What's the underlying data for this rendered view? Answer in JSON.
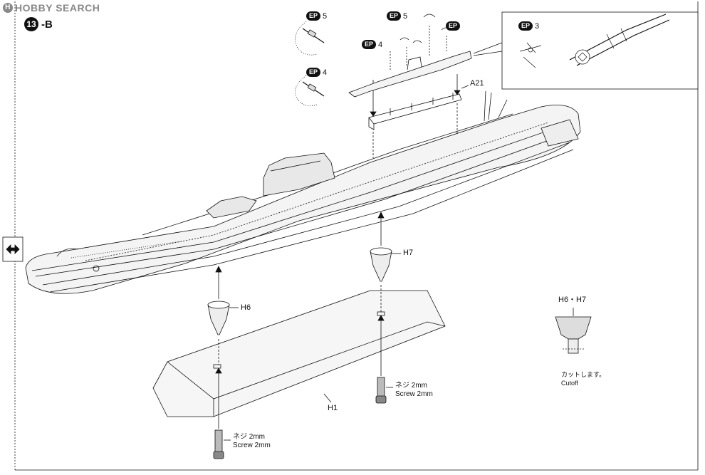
{
  "watermark": {
    "badge": "H",
    "text": "HOBBY SEARCH"
  },
  "step": {
    "number": "13",
    "suffix": "-B"
  },
  "parts": {
    "a21": "A21",
    "h1": "H1",
    "h6": "H6",
    "h7": "H7",
    "h6_h7": "H6・H7"
  },
  "etched_parts": {
    "badge": "EP",
    "ep5_prop": "5",
    "ep4_prop": "4",
    "ep4_boat": "4",
    "ep5_boat": "5",
    "ep_boat": "EP",
    "ep3_detail": "3"
  },
  "screws": {
    "left_jp": "ネジ 2mm",
    "left_en": "Screw 2mm",
    "right_jp": "ネジ 2mm",
    "right_en": "Screw 2mm"
  },
  "cutoff": {
    "jp": "カットします。",
    "en": "Cutoff"
  },
  "side_tab": {
    "icon": "flip-arrow-icon"
  }
}
